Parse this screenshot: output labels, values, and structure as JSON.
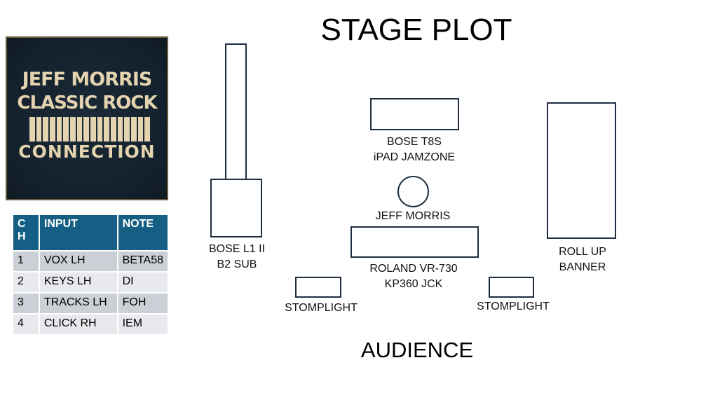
{
  "title": "STAGE PLOT",
  "audience": "AUDIENCE",
  "logo": {
    "line1": "JEFF MORRIS",
    "line2": "CLASSIC ROCK",
    "line3": "CONNECTION"
  },
  "table": {
    "headers": [
      "C H",
      "INPUT",
      "NOTE"
    ],
    "rows": [
      [
        "1",
        "VOX LH",
        "BETA58"
      ],
      [
        "2",
        "KEYS LH",
        "DI"
      ],
      [
        "3",
        "TRACKS LH",
        "FOH"
      ],
      [
        "4",
        "CLICK RH",
        "IEM"
      ]
    ]
  },
  "items": {
    "bose_l1": [
      "BOSE L1 II",
      "B2 SUB"
    ],
    "bose_t8s": [
      "BOSE T8S",
      "iPAD JAMZONE"
    ],
    "performer": "JEFF MORRIS",
    "keyboard": [
      "ROLAND VR-730",
      "KP360 JCK"
    ],
    "stomplight_left": "STOMPLIGHT",
    "stomplight_right": "STOMPLIGHT",
    "banner": [
      "ROLL UP",
      "BANNER"
    ]
  },
  "colors": {
    "stroke": "#1e2d3d",
    "table_header": "#155f85"
  }
}
